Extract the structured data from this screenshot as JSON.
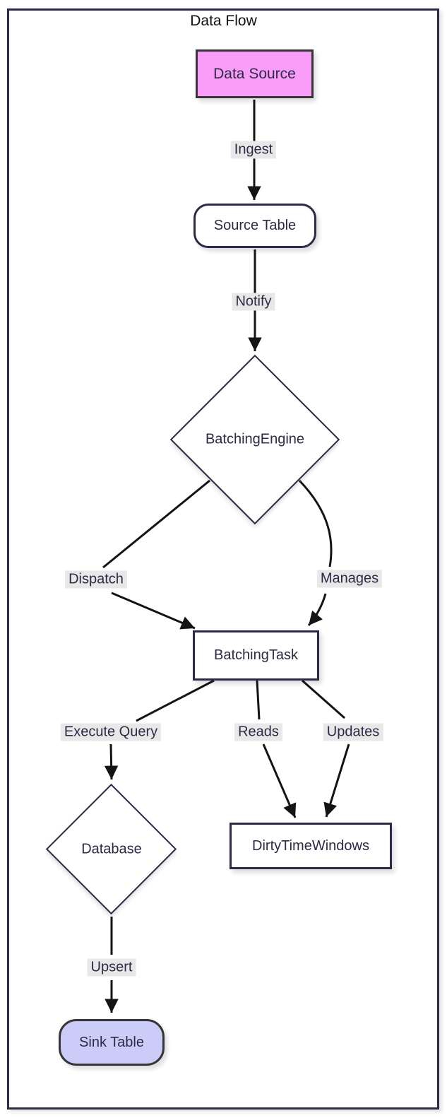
{
  "title": "Data Flow",
  "colors": {
    "frame_border": "#2b2b47",
    "node_border": "#2b2b47",
    "node_fill": "#ffffff",
    "data_source_fill": "#f99df9",
    "sink_table_fill": "#ccccf8",
    "edge_label_bg": "#e8e8e8",
    "text": "#2b2b47",
    "arrow": "#141414"
  },
  "nodes": [
    {
      "id": "data-source",
      "label": "Data Source",
      "shape": "rectangle",
      "fill": "#f99df9"
    },
    {
      "id": "source-table",
      "label": "Source Table",
      "shape": "rounded-rectangle",
      "fill": "#ffffff"
    },
    {
      "id": "batching-engine",
      "label": "BatchingEngine",
      "shape": "diamond",
      "fill": "#ffffff"
    },
    {
      "id": "batching-task",
      "label": "BatchingTask",
      "shape": "rectangle",
      "fill": "#ffffff"
    },
    {
      "id": "database",
      "label": "Database",
      "shape": "diamond",
      "fill": "#ffffff"
    },
    {
      "id": "dirty-time-windows",
      "label": "DirtyTimeWindows",
      "shape": "rectangle",
      "fill": "#ffffff"
    },
    {
      "id": "sink-table",
      "label": "Sink Table",
      "shape": "rounded-rectangle",
      "fill": "#ccccf8"
    }
  ],
  "edges": [
    {
      "from": "data-source",
      "to": "source-table",
      "label": "Ingest"
    },
    {
      "from": "source-table",
      "to": "batching-engine",
      "label": "Notify"
    },
    {
      "from": "batching-engine",
      "to": "batching-task",
      "label": "Dispatch"
    },
    {
      "from": "batching-engine",
      "to": "batching-task",
      "label": "Manages"
    },
    {
      "from": "batching-task",
      "to": "database",
      "label": "Execute Query"
    },
    {
      "from": "batching-task",
      "to": "dirty-time-windows",
      "label": "Reads"
    },
    {
      "from": "batching-task",
      "to": "dirty-time-windows",
      "label": "Updates"
    },
    {
      "from": "database",
      "to": "sink-table",
      "label": "Upsert"
    }
  ]
}
